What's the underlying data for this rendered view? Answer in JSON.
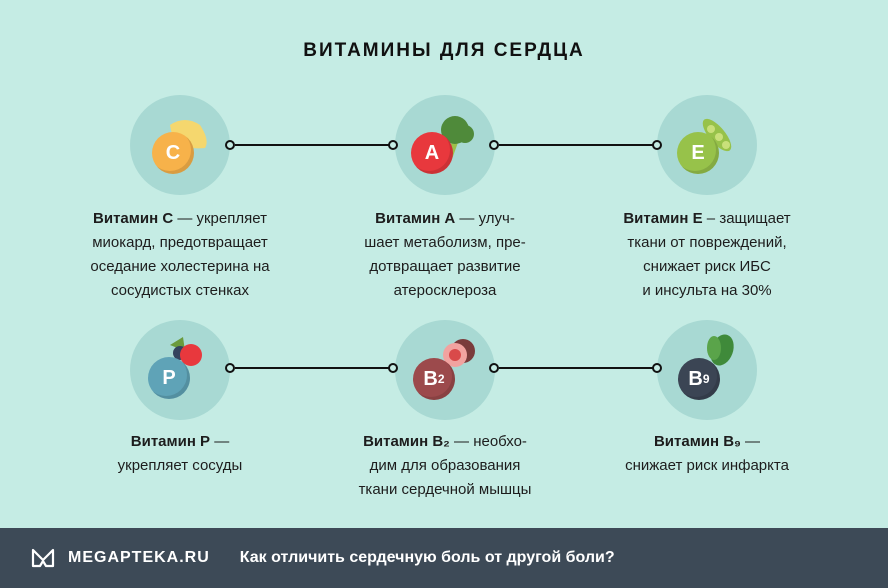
{
  "title": "ВИТАМИНЫ ДЛЯ СЕРДЦА",
  "vitamins": [
    {
      "letter": "C",
      "name": "Витамин C",
      "desc": [
        " — укрепляет",
        "миокард, предотвращает",
        "оседание холестерина на",
        "сосудистых стенках"
      ],
      "color": "#f7b24a"
    },
    {
      "letter": "A",
      "name": "Витамин A",
      "desc": [
        " — улуч-",
        "шает метаболизм, пре-",
        "дотвращает развитие",
        "атеросклероза"
      ],
      "color": "#e8383d"
    },
    {
      "letter": "E",
      "name": "Витамин E",
      "desc": [
        " – защищает",
        "ткани от повреждений,",
        "снижает риск ИБС",
        "и инсульта на 30%"
      ],
      "color": "#97c24a"
    },
    {
      "letter": "P",
      "name": "Витамин P",
      "desc": [
        " —",
        "укрепляет сосуды"
      ],
      "color": "#5fa3b7"
    },
    {
      "letter": "B",
      "sub": "2",
      "name": "Витамин B₂",
      "desc": [
        " — необхо-",
        "дим для образования",
        "ткани сердечной мышцы"
      ],
      "color": "#9c4a4c"
    },
    {
      "letter": "B",
      "sub": "9",
      "name": "Витамин B₉",
      "desc": [
        " —",
        "снижает риск инфаркта"
      ],
      "color": "#3b4554"
    }
  ],
  "footer": {
    "brand": "MEGAPTEKA.RU",
    "text": "Как отличить сердечную боль от другой боли?"
  }
}
